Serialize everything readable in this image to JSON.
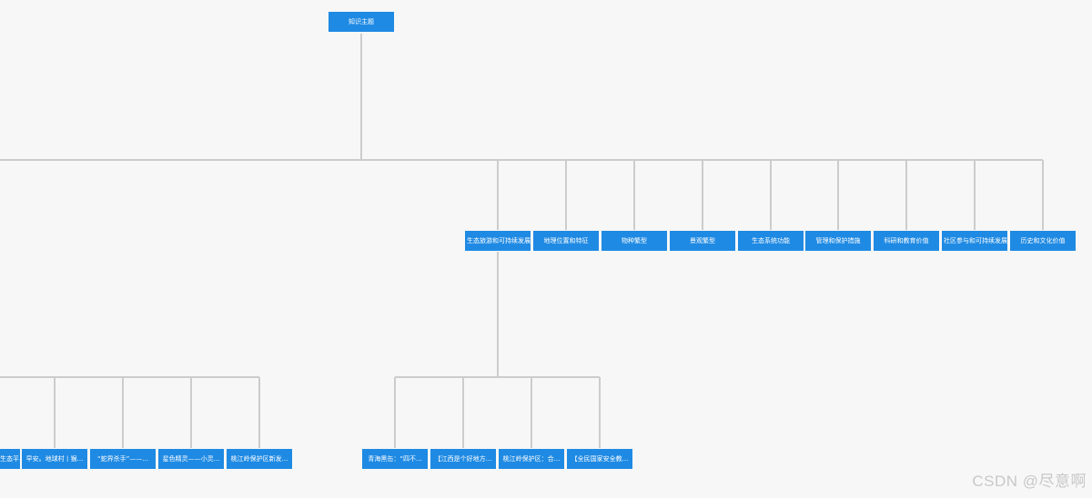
{
  "root": {
    "label": "知识主题"
  },
  "level1": [
    {
      "label": "生态旅游和可持续发展"
    },
    {
      "label": "地理位置和特征"
    },
    {
      "label": "物种繁型"
    },
    {
      "label": "景观繁型"
    },
    {
      "label": "生态系统功能"
    },
    {
      "label": "管理和保护措施"
    },
    {
      "label": "科研和教育价值"
    },
    {
      "label": "社区参与和可持续发展"
    },
    {
      "label": "历史和文化价值"
    }
  ],
  "left_leaves": [
    {
      "label": "生态平..."
    },
    {
      "label": "早安。地球村丨猴..."
    },
    {
      "label": "“蛇界杀手”——..."
    },
    {
      "label": "星色精灵——小灵..."
    },
    {
      "label": "桃江岭保护区新发..."
    }
  ],
  "right_leaves": [
    {
      "label": "青海黑缶：“四不..."
    },
    {
      "label": "【江西是个好地方..."
    },
    {
      "label": "桃江岭保护区：合..."
    },
    {
      "label": "【全民国家安全教..."
    }
  ],
  "watermark": "CSDN @尽意啊",
  "colors": {
    "node_bg": "#1f8ae3",
    "node_text": "#ffffff",
    "connector": "#cccccc",
    "background": "#f7f7f7"
  }
}
